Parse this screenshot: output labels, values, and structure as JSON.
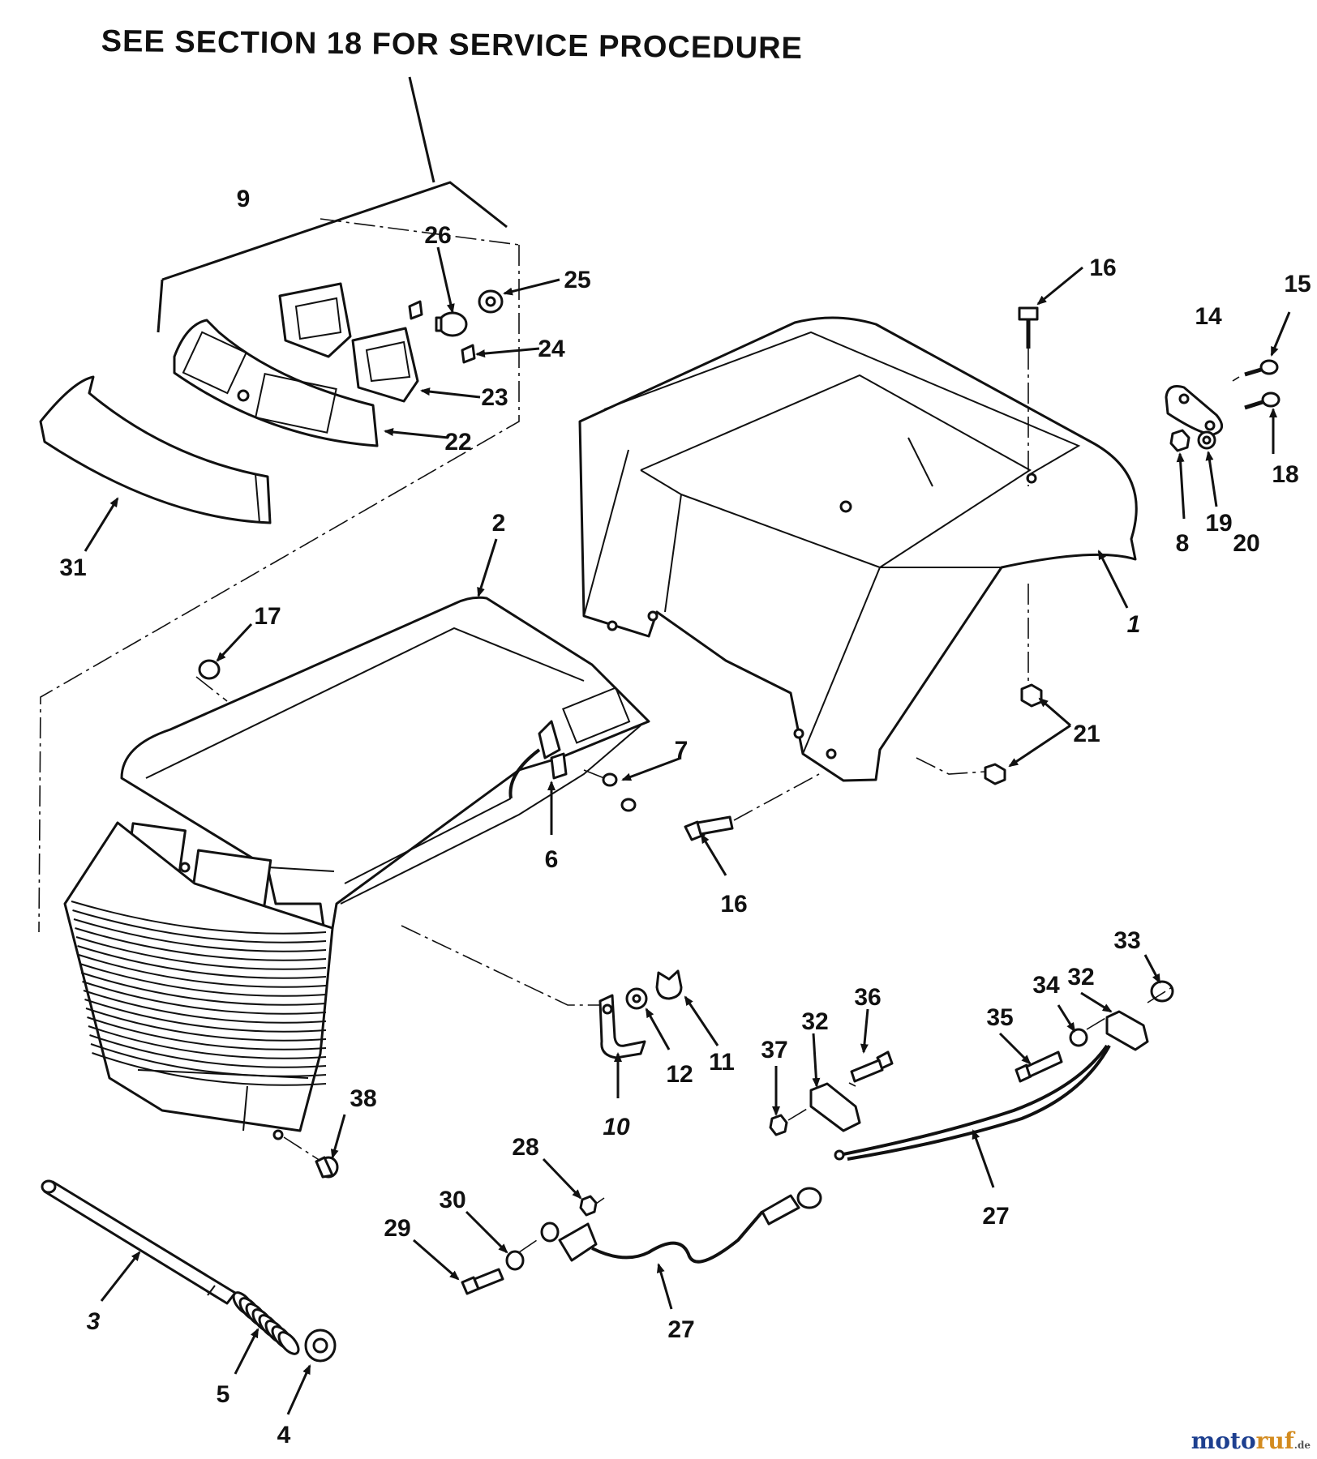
{
  "header": "SEE SECTION 18 FOR SERVICE PROCEDURE",
  "watermark": {
    "brand_a": "moto",
    "brand_b": "ruf",
    "suffix": ".de"
  },
  "callouts": [
    {
      "id": "c9",
      "text": "9"
    },
    {
      "id": "c26",
      "text": "26"
    },
    {
      "id": "c25",
      "text": "25"
    },
    {
      "id": "c24",
      "text": "24"
    },
    {
      "id": "c23",
      "text": "23"
    },
    {
      "id": "c22",
      "text": "22"
    },
    {
      "id": "c31",
      "text": "31"
    },
    {
      "id": "c2",
      "text": "2"
    },
    {
      "id": "c17",
      "text": "17"
    },
    {
      "id": "c7",
      "text": "7"
    },
    {
      "id": "c6",
      "text": "6"
    },
    {
      "id": "c16a",
      "text": "16"
    },
    {
      "id": "c16b",
      "text": "16"
    },
    {
      "id": "c15",
      "text": "15"
    },
    {
      "id": "c14",
      "text": "14"
    },
    {
      "id": "c18",
      "text": "18"
    },
    {
      "id": "c8",
      "text": "8"
    },
    {
      "id": "c19",
      "text": "19"
    },
    {
      "id": "c20",
      "text": "20"
    },
    {
      "id": "c1",
      "text": "1"
    },
    {
      "id": "c21",
      "text": "21"
    },
    {
      "id": "c10",
      "text": "10"
    },
    {
      "id": "c12",
      "text": "12"
    },
    {
      "id": "c11",
      "text": "11"
    },
    {
      "id": "c36",
      "text": "36"
    },
    {
      "id": "c32a",
      "text": "32"
    },
    {
      "id": "c37",
      "text": "37"
    },
    {
      "id": "c35",
      "text": "35"
    },
    {
      "id": "c34",
      "text": "34"
    },
    {
      "id": "c32b",
      "text": "32"
    },
    {
      "id": "c33",
      "text": "33"
    },
    {
      "id": "c27a",
      "text": "27"
    },
    {
      "id": "c38",
      "text": "38"
    },
    {
      "id": "c28",
      "text": "28"
    },
    {
      "id": "c30",
      "text": "30"
    },
    {
      "id": "c29",
      "text": "29"
    },
    {
      "id": "c27b",
      "text": "27"
    },
    {
      "id": "c3",
      "text": "3"
    },
    {
      "id": "c5",
      "text": "5"
    },
    {
      "id": "c4",
      "text": "4"
    }
  ]
}
